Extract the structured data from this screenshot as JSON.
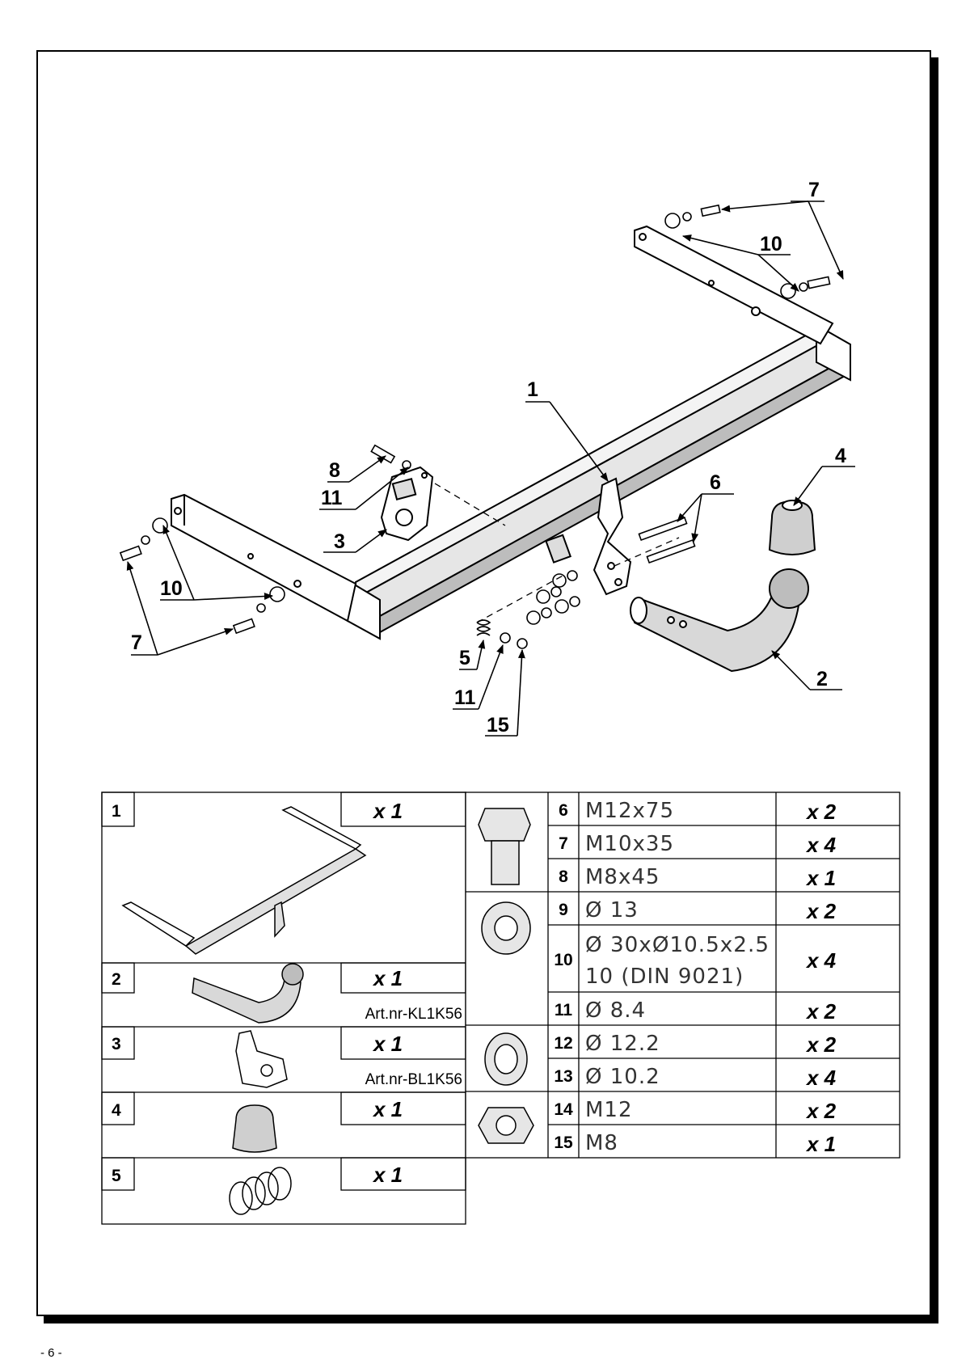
{
  "page_number": "- 6 -",
  "callouts": {
    "c1": "1",
    "c2": "2",
    "c3": "3",
    "c4": "4",
    "c5": "5",
    "c6": "6",
    "c7a": "7",
    "c7b": "7",
    "c8": "8",
    "c10a": "10",
    "c10b": "10",
    "c11a": "11",
    "c11b": "11",
    "c15": "15"
  },
  "left_parts": [
    {
      "num": "1",
      "qty": "x 1",
      "art": ""
    },
    {
      "num": "2",
      "qty": "x 1",
      "art": "Art.nr-KL1K56"
    },
    {
      "num": "3",
      "qty": "x 1",
      "art": "Art.nr-BL1K56"
    },
    {
      "num": "4",
      "qty": "x 1",
      "art": ""
    },
    {
      "num": "5",
      "qty": "x 1",
      "art": ""
    }
  ],
  "hardware": [
    {
      "num": "6",
      "spec": "M12x75",
      "qty": "x 2"
    },
    {
      "num": "7",
      "spec": "M10x35",
      "qty": "x 4"
    },
    {
      "num": "8",
      "spec": "M8x45",
      "qty": "x 1"
    },
    {
      "num": "9",
      "spec": "Ø 13",
      "qty": "x 2"
    },
    {
      "num": "10",
      "spec": "Ø 30xØ10.5x2.5",
      "spec2": "10 (DIN 9021)",
      "qty": "x 4"
    },
    {
      "num": "11",
      "spec": "Ø 8.4",
      "qty": "x 2"
    },
    {
      "num": "12",
      "spec": "Ø 12.2",
      "qty": "x 2"
    },
    {
      "num": "13",
      "spec": "Ø 10.2",
      "qty": "x 4"
    },
    {
      "num": "14",
      "spec": "M12",
      "qty": "x 2"
    },
    {
      "num": "15",
      "spec": "M8",
      "qty": "x 1"
    }
  ]
}
